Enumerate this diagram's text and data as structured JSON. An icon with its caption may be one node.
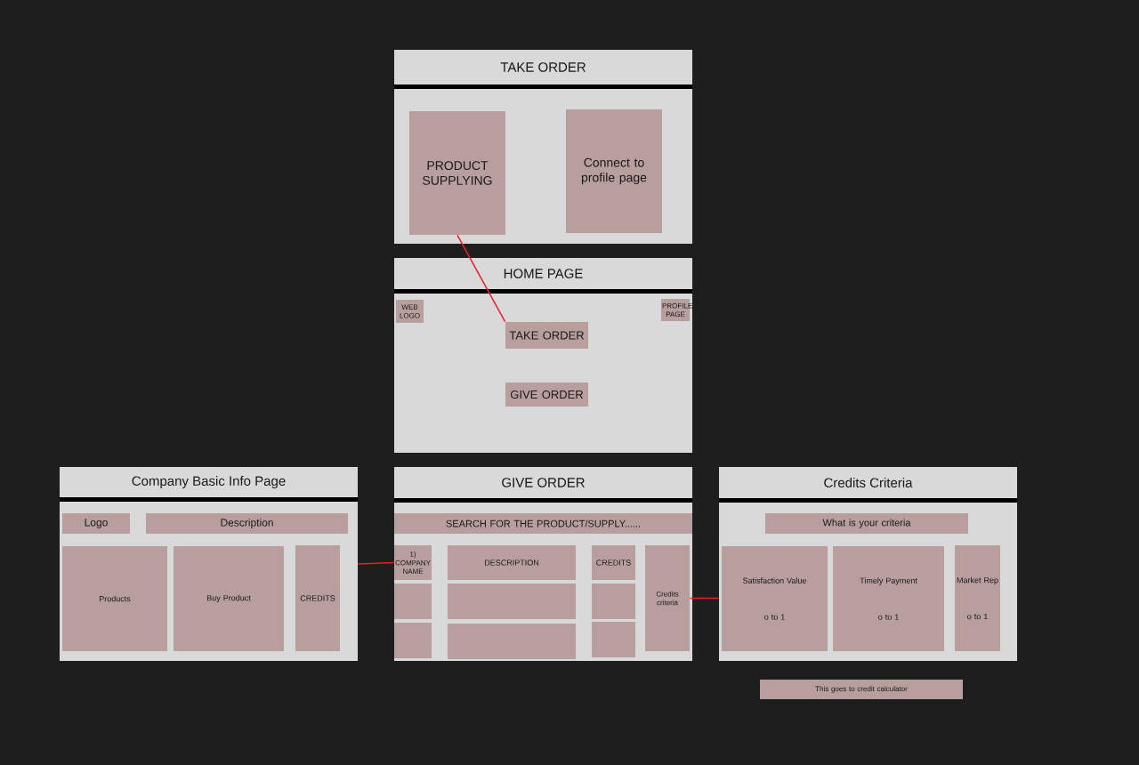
{
  "diagram": {
    "nodes": [
      {
        "text": [
          "TAKE ORDER"
        ]
      },
      {
        "text": [
          "PRODUCT SUPPLYING"
        ],
        "in": 0
      },
      {
        "text": [
          "Connect to profile page"
        ],
        "in": 0
      },
      {
        "text": [
          "HOME PAGE"
        ]
      },
      {
        "text": [
          "WEB LOGO"
        ],
        "in": 3
      },
      {
        "text": [
          "PROFILE PAGE"
        ],
        "in": 3
      },
      {
        "text": [
          "TAKE ORDER"
        ],
        "in": 3
      },
      {
        "text": [
          "GIVE ORDER"
        ],
        "in": 3
      },
      {
        "text": [
          "Company Basic Info Page"
        ]
      },
      {
        "text": [
          "Logo"
        ],
        "in": 8
      },
      {
        "text": [
          "Description"
        ],
        "in": 8
      },
      {
        "text": [
          "Products"
        ],
        "in": 8
      },
      {
        "text": [
          "Buy Product"
        ],
        "in": 8
      },
      {
        "text": [
          "CREDITS"
        ],
        "in": 8
      },
      {
        "text": [
          "GIVE ORDER"
        ]
      },
      {
        "text": [
          "SEARCH FOR THE PRODUCT/SUPPLY......"
        ],
        "in": 14
      },
      {
        "text": [
          "1) COMPANY NAME"
        ],
        "in": 14
      },
      {
        "text": [
          "DESCRIPTION"
        ],
        "in": 14
      },
      {
        "text": [
          "CREDITS"
        ],
        "in": 14
      },
      {
        "text": [
          "Credits criteria"
        ],
        "in": 14
      },
      {
        "text": [],
        "shape": "box",
        "in": 14
      },
      {
        "text": [],
        "shape": "box",
        "in": 14
      },
      {
        "text": [],
        "shape": "box",
        "in": 14
      },
      {
        "text": [],
        "shape": "box",
        "in": 14
      },
      {
        "text": [],
        "shape": "box",
        "in": 14
      },
      {
        "text": [],
        "shape": "box",
        "in": 14
      },
      {
        "text": [
          "Credits Criteria"
        ]
      },
      {
        "text": [
          "What is your criteria"
        ],
        "in": 26
      },
      {
        "text": [
          "Satisfaction Value",
          "o to 1"
        ],
        "in": 26
      },
      {
        "text": [
          "Timely Payment",
          "o to 1"
        ],
        "in": 26
      },
      {
        "text": [
          "Market Rep",
          "o to 1"
        ],
        "in": 26
      },
      {
        "text": [
          "This goes to credit calculator"
        ]
      }
    ],
    "edges": [
      {
        "from": 1,
        "to": 6,
        "arrow": "none"
      },
      {
        "from": 8,
        "to": 16,
        "arrow": "none"
      },
      {
        "from": 19,
        "to": 26,
        "arrow": "none"
      }
    ]
  }
}
